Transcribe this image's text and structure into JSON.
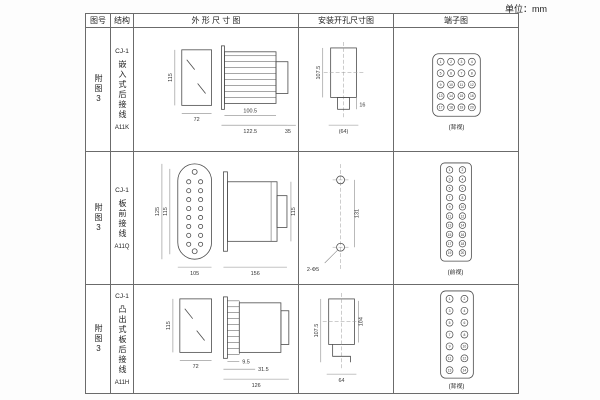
{
  "unit_label": "单位：mm",
  "headers": {
    "fig": "图号",
    "structure": "结构",
    "outline": "外 形 尺 寸 图",
    "install": "安装开孔尺寸图",
    "terminal": "端子图"
  },
  "rows": [
    {
      "fig_no": "附图3",
      "model": "CJ-1",
      "mount_type": "嵌入式后接线",
      "code": "A11K",
      "outline": {
        "h": "115",
        "w": "72",
        "d1": "100.5",
        "d2": "122.5",
        "d3": "35"
      },
      "install": {
        "v1": "107.5",
        "v2": "16",
        "h1": "(64)"
      },
      "terminal": {
        "view": "(背视)",
        "numbers": [
          "1",
          "2",
          "3",
          "4",
          "5",
          "6",
          "7",
          "8",
          "9",
          "10",
          "11",
          "12",
          "13",
          "14",
          "15",
          "16",
          "17",
          "18",
          "19",
          "20"
        ]
      }
    },
    {
      "fig_no": "附图3",
      "model": "CJ-1",
      "mount_type": "板前接线",
      "code": "A11Q",
      "outline": {
        "h1": "125",
        "h2": "115",
        "w": "105",
        "d1": "156",
        "d2": "115"
      },
      "install": {
        "v1": "131",
        "hole": "2-Φ5"
      },
      "terminal": {
        "view": "(前视)",
        "numbers": [
          "1",
          "2",
          "3",
          "4",
          "5",
          "6",
          "7",
          "8",
          "9",
          "10",
          "11",
          "12",
          "13",
          "14",
          "15",
          "16",
          "17",
          "18",
          "19",
          "20"
        ]
      }
    },
    {
      "fig_no": "附图3",
      "model": "CJ-1",
      "mount_type": "凸出式板后接线",
      "code": "A11H",
      "outline": {
        "h": "115",
        "w": "72",
        "d1": "9.5",
        "d2": "31.5",
        "d3": "126"
      },
      "install": {
        "v1": "107.5",
        "v2": "104",
        "h1": "64"
      },
      "terminal": {
        "view": "(背视)",
        "numbers": [
          "1",
          "2",
          "3",
          "4",
          "5",
          "6",
          "7",
          "8",
          "9",
          "10",
          "11",
          "12",
          "13",
          "14"
        ]
      }
    }
  ]
}
